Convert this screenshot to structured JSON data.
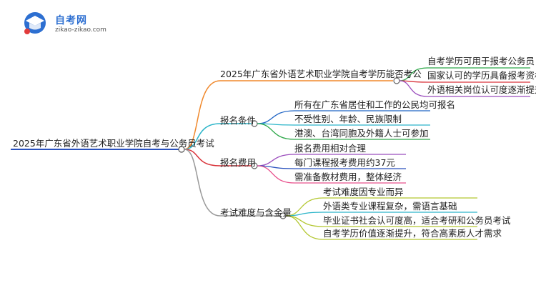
{
  "logo": {
    "title": "自考网",
    "url_text": "zikao-zikao.com"
  },
  "mindmap": {
    "root": "2025年广东省外语艺术职业学院自考与公务员考试",
    "branches": [
      {
        "label": "2025年广东省外语艺术职业学院自考学历能否考公",
        "color": "#f0882b",
        "children": [
          {
            "label": "自考学历可用于报考公务员",
            "color": "#2ea84a"
          },
          {
            "label": "国家认可的学历具备报考资格",
            "color": "#d9333a"
          },
          {
            "label": "外语相关岗位认可度逐渐提升",
            "color": "#9b4dbd"
          }
        ]
      },
      {
        "label": "报名条件",
        "color": "#2cb5c9",
        "children": [
          {
            "label": "所有在广东省居住和工作的公民均可报名",
            "color": "#1f64c4"
          },
          {
            "label": "不受性别、年龄、民族限制",
            "color": "#2cb5c9"
          },
          {
            "label": "港澳、台湾同胞及外籍人士可参加",
            "color": "#2ea84a"
          }
        ]
      },
      {
        "label": "报名费用",
        "color": "#d9333a",
        "children": [
          {
            "label": "报名费用相对合理",
            "color": "#9b4dbd"
          },
          {
            "label": "每门课程报考费用约37元",
            "color": "#2a52be"
          },
          {
            "label": "需准备教材费用，整体经济",
            "color": "#e8508c"
          }
        ]
      },
      {
        "label": "考试难度与含金量",
        "color": "#999999",
        "children": [
          {
            "label": "考试难度因专业而异",
            "color": "#b4c832"
          },
          {
            "label": "外语类专业课程复杂，需语言基础",
            "color": "#2cb5c9"
          },
          {
            "label": "毕业证书社会认可度高，适合考研和公务员考试",
            "color": "#b4c832"
          },
          {
            "label": "自考学历价值逐渐提升，符合高素质人才需求",
            "color": "#b4c832"
          }
        ]
      }
    ]
  }
}
